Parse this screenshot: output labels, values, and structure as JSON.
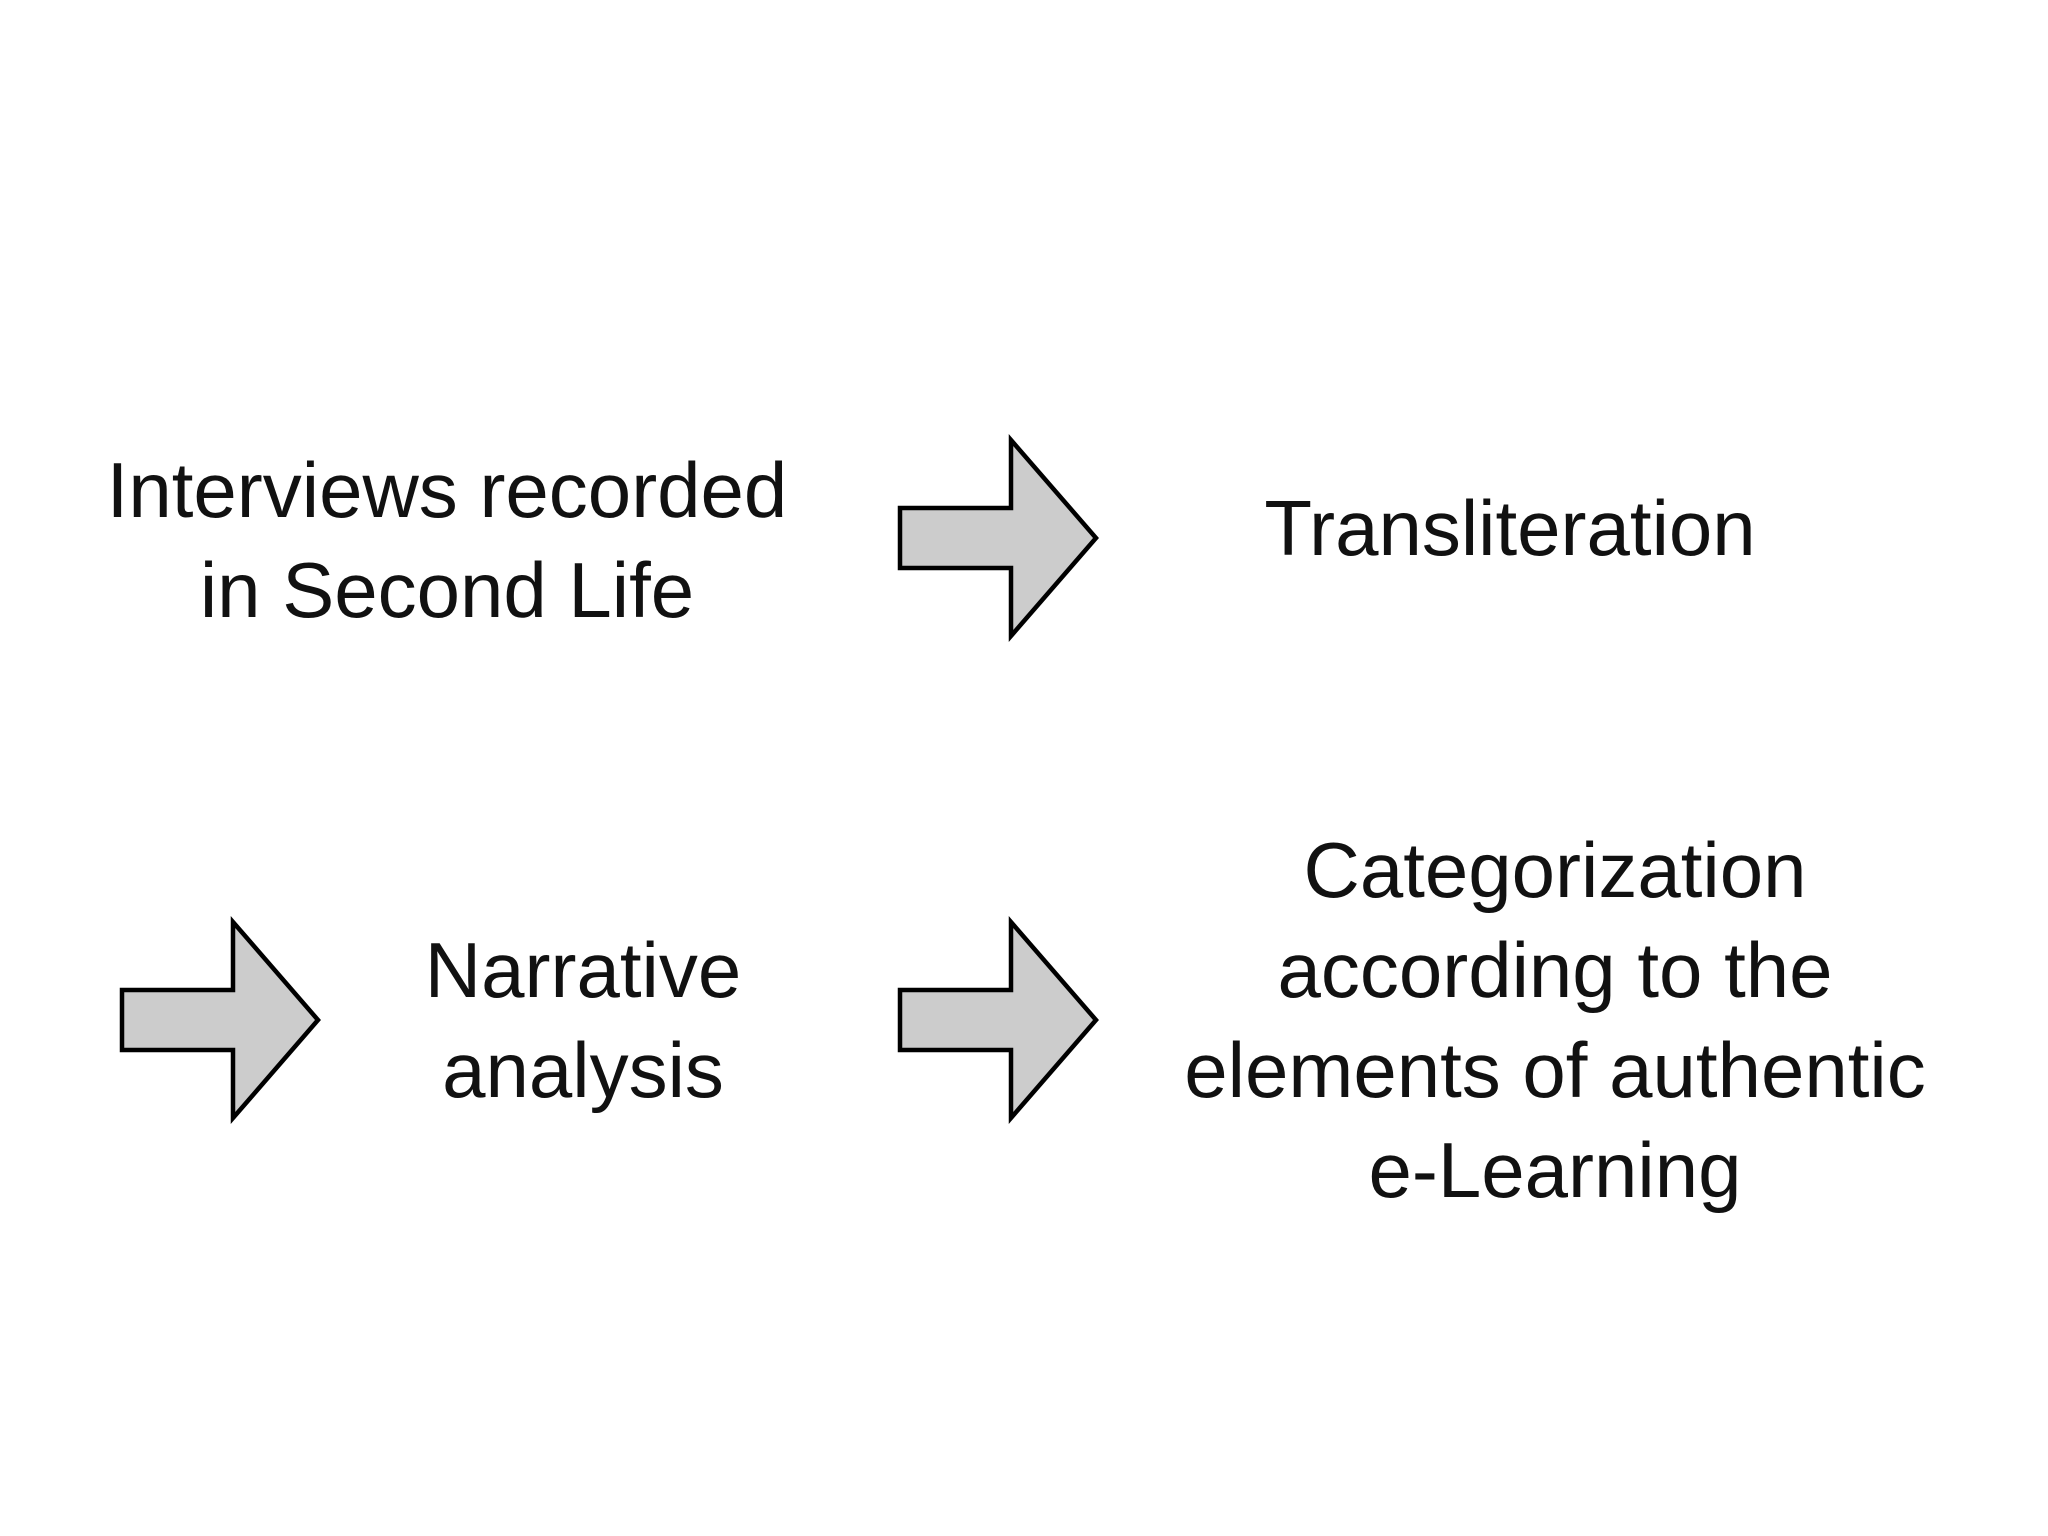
{
  "slide": {
    "background": "#ffffff",
    "text_color": "#111111",
    "nodes": {
      "interviews": "Interviews recorded\nin Second Life",
      "transliteration": "Transliteration",
      "narrative": "Narrative\nanalysis",
      "categorization": "Categorization\naccording to the\nelements of authentic\ne-Learning"
    },
    "arrows": {
      "fill": "#cccccc",
      "stroke": "#000000",
      "direction": "right",
      "count": 3
    }
  }
}
